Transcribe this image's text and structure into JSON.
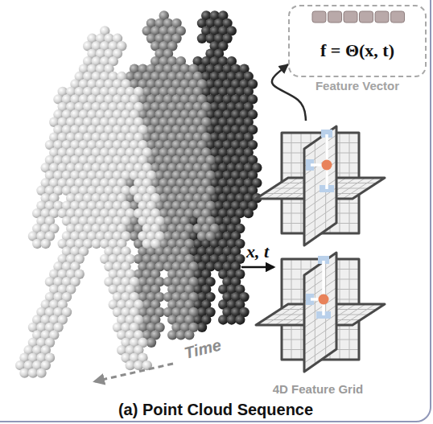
{
  "diagram": {
    "caption": "(a) Point Cloud Sequence",
    "nodes": [
      {
        "text": [
          "f = Θ(x, t)",
          "Feature Vector"
        ]
      },
      {
        "text": [
          "4D Feature Grid"
        ]
      }
    ],
    "edges": [
      {
        "from": 1,
        "to": 0,
        "arrow": "to"
      }
    ],
    "labels": [
      "x, t",
      "Time"
    ]
  }
}
